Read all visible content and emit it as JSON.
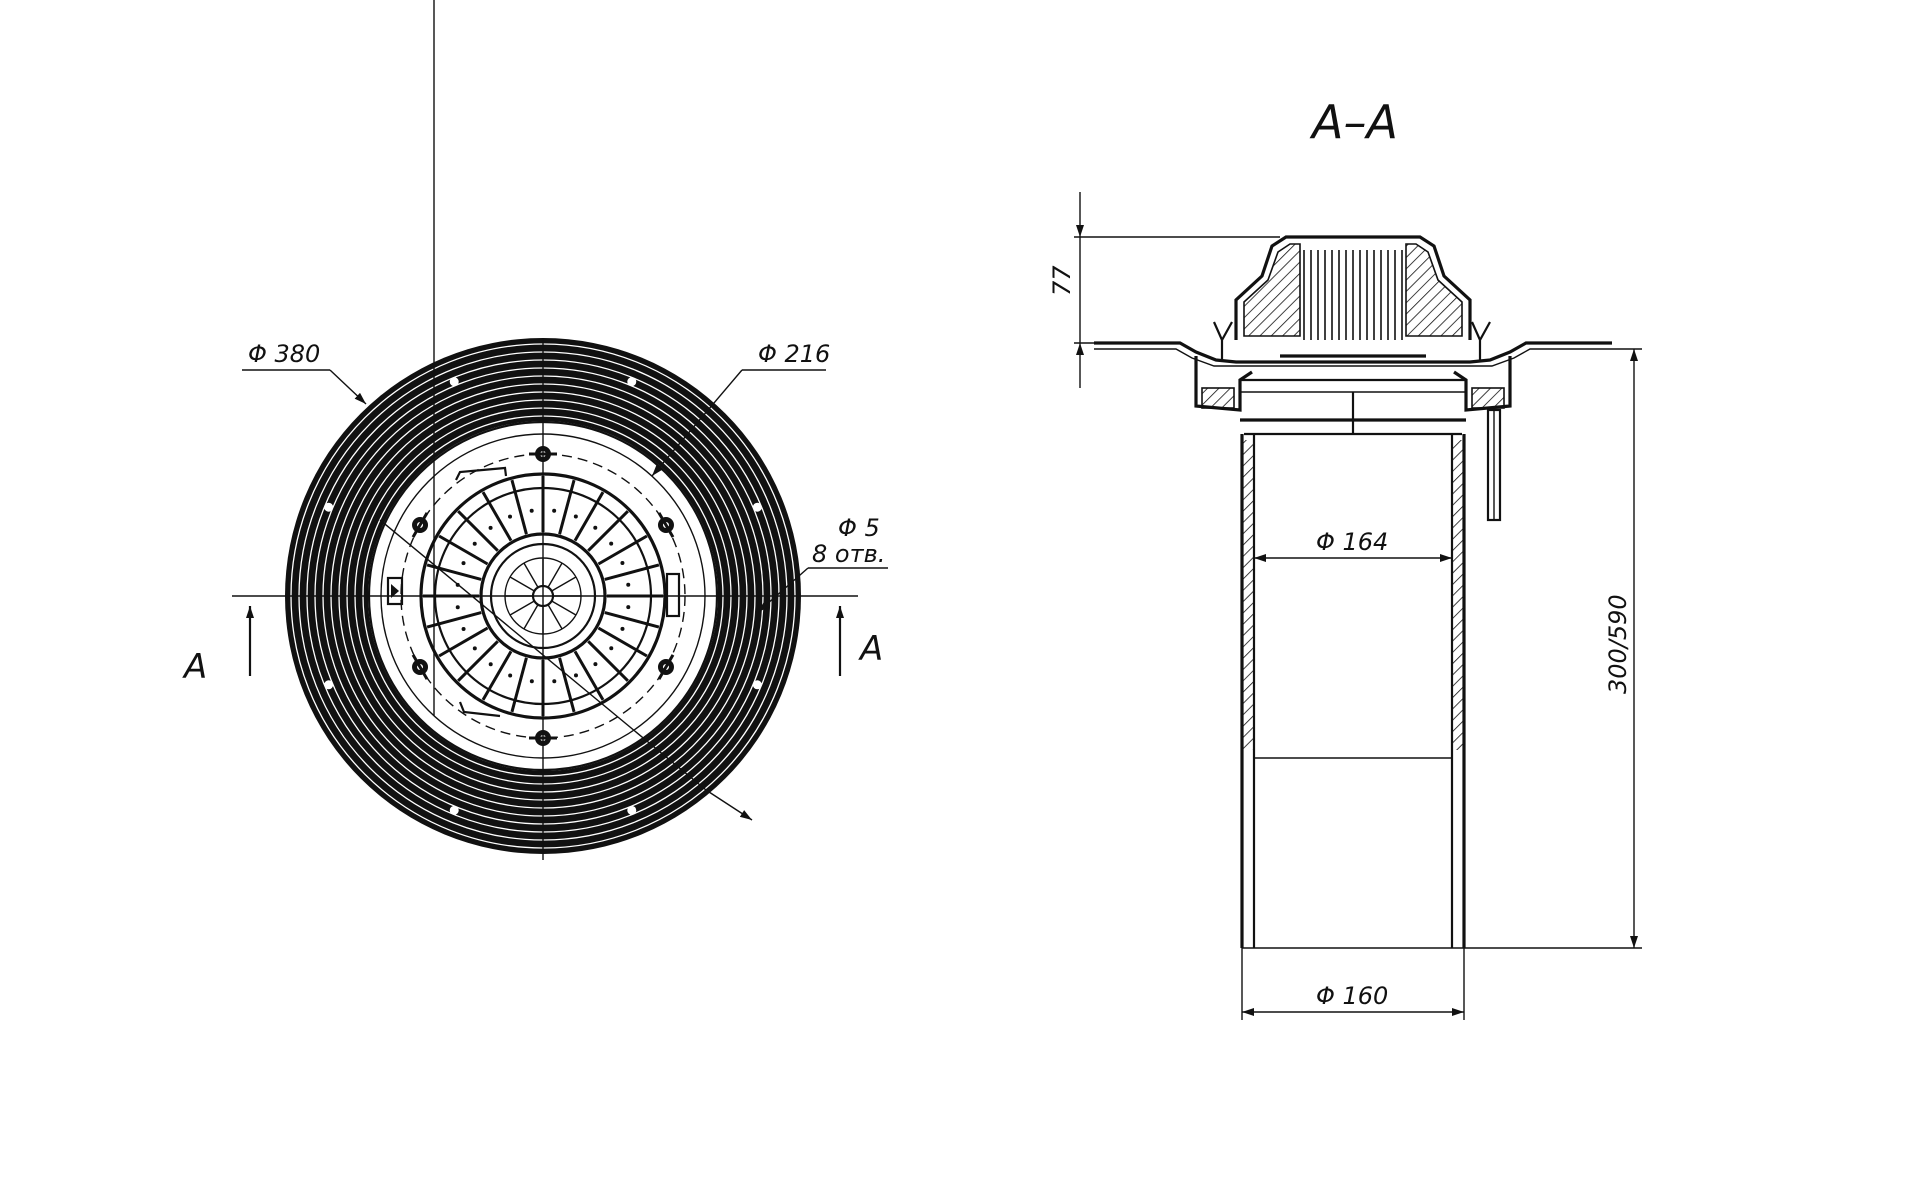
{
  "plan_view": {
    "dim_outer": "Φ 380",
    "dim_inner": "Φ 216",
    "dim_hole": "Φ 5",
    "holes_note": "8 отв.",
    "section_mark_left": "A",
    "section_mark_right": "A"
  },
  "section_view": {
    "title": "A–A",
    "dim_height_top": "77",
    "dim_bore": "Φ 164",
    "dim_length": "300/590",
    "dim_pipe": "Φ 160"
  }
}
